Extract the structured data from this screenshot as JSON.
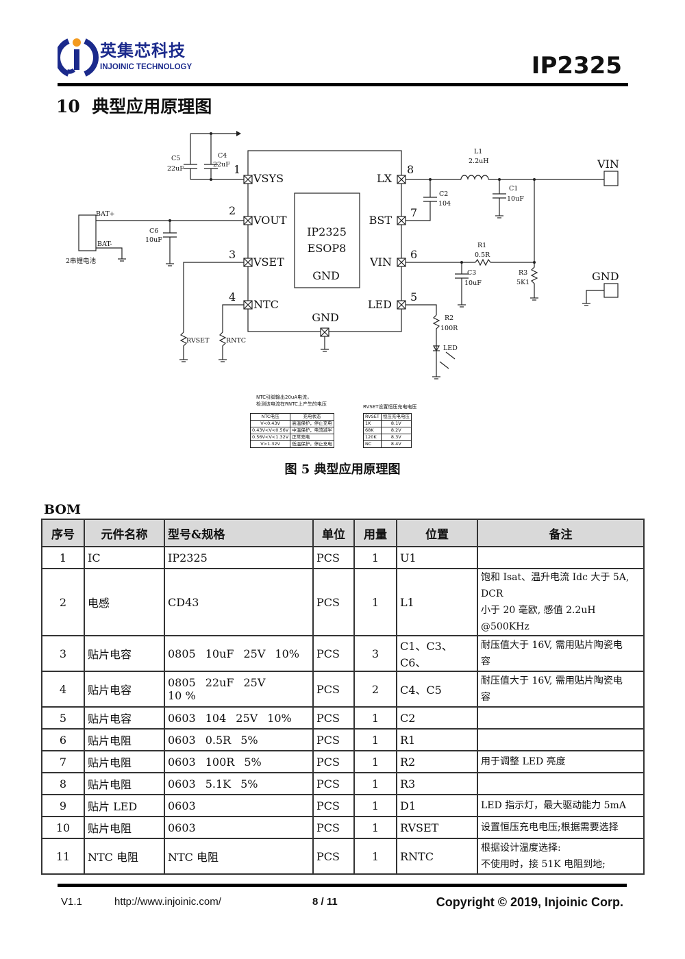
{
  "header": {
    "logo_cn": "英集芯科技",
    "logo_en": "INJOINIC TECHNOLOGY",
    "doc_id": "IP2325"
  },
  "section": {
    "number": "10",
    "title": "典型应用原理图"
  },
  "schematic": {
    "chip": {
      "name": "IP2325",
      "package": "ESOP8",
      "gnd_label": "GND",
      "pad_label": "GND"
    },
    "pins": [
      {
        "num": "1",
        "name": "VSYS"
      },
      {
        "num": "2",
        "name": "VOUT"
      },
      {
        "num": "3",
        "name": "VSET"
      },
      {
        "num": "4",
        "name": "NTC"
      },
      {
        "num": "8",
        "name": "LX"
      },
      {
        "num": "7",
        "name": "BST"
      },
      {
        "num": "6",
        "name": "VIN"
      },
      {
        "num": "5",
        "name": "LED"
      }
    ],
    "components": {
      "c5": {
        "ref": "C5",
        "value": "22uF"
      },
      "c4": {
        "ref": "C4",
        "value": "22uF"
      },
      "c6": {
        "ref": "C6",
        "value": "10uF"
      },
      "l1": {
        "ref": "L1",
        "value": "2.2uH"
      },
      "c2": {
        "ref": "C2",
        "value": "104"
      },
      "c1": {
        "ref": "C1",
        "value": "10uF"
      },
      "r1": {
        "ref": "R1",
        "value": "0.5R"
      },
      "c3": {
        "ref": "C3",
        "value": "10uF"
      },
      "r3": {
        "ref": "R3",
        "value": "5K1"
      },
      "r2": {
        "ref": "R2",
        "value": "100R"
      },
      "led": {
        "ref": "LED"
      },
      "rvset": {
        "ref": "RVSET"
      },
      "rntc": {
        "ref": "RNTC"
      }
    },
    "battery": {
      "plus": "BAT+",
      "minus": "BAT-",
      "label": "2串锂电池"
    },
    "ports": {
      "vin": "VIN",
      "gnd": "GND"
    }
  },
  "ntc_note": {
    "line1": "NTC引脚输出20uA电流，",
    "line2": "检测该电流在RNTC上产生的电压",
    "headers": [
      "NTC电压",
      "充电状态"
    ],
    "rows": [
      [
        "V<0.43V",
        "高温保护，停止充电"
      ],
      [
        "0.43V<V<0.56V",
        "中温保护，电流减半"
      ],
      [
        "0.56V<V<1.32V",
        "正常充电"
      ],
      [
        "V>1.32V",
        "低温保护，停止充电"
      ]
    ]
  },
  "rvset_note": {
    "title": "RVSET设置恒压充电电压",
    "headers": [
      "RVSET",
      "恒压充电电压"
    ],
    "rows": [
      [
        "1K",
        "8.1V"
      ],
      [
        "68K",
        "8.2V"
      ],
      [
        "120K",
        "8.3V"
      ],
      [
        "NC",
        "8.4V"
      ]
    ]
  },
  "figure_caption": "图 5  典型应用原理图",
  "bom": {
    "title": "BOM",
    "headers": [
      "序号",
      "元件名称",
      "型号&规格",
      "单位",
      "用量",
      "位置",
      "备注"
    ],
    "rows": [
      {
        "no": "1",
        "name": "IC",
        "spec": [
          "IP2325"
        ],
        "unit": "PCS",
        "qty": "1",
        "pos": "U1",
        "note": []
      },
      {
        "no": "2",
        "name": "电感",
        "spec": [
          "CD43"
        ],
        "unit": "PCS",
        "qty": "1",
        "pos": "L1",
        "note": [
          "饱和 Isat、温升电流 Idc 大于 5A, DCR",
          "小于 20 毫欧, 感值 2.2uH @500KHz"
        ]
      },
      {
        "no": "3",
        "name": "贴片电容",
        "spec": [
          "0805",
          "10uF",
          "25V",
          "10%"
        ],
        "unit": "PCS",
        "qty": "3",
        "pos": "C1、C3、C6、",
        "note": [
          "耐压值大于 16V, 需用贴片陶瓷电",
          "容"
        ]
      },
      {
        "no": "4",
        "name": "贴片电容",
        "spec": [
          "0805",
          "22uF",
          "25V",
          "10 %"
        ],
        "unit": "PCS",
        "qty": "2",
        "pos": "C4、C5",
        "note": [
          "耐压值大于 16V, 需用贴片陶瓷电",
          "容"
        ]
      },
      {
        "no": "5",
        "name": "贴片电容",
        "spec": [
          "0603",
          "104",
          "25V",
          "10%"
        ],
        "unit": "PCS",
        "qty": "1",
        "pos": "C2",
        "note": []
      },
      {
        "no": "6",
        "name": "贴片电阻",
        "spec": [
          "0603",
          "0.5R",
          "5%"
        ],
        "unit": "PCS",
        "qty": "1",
        "pos": "R1",
        "note": []
      },
      {
        "no": "7",
        "name": "贴片电阻",
        "spec": [
          "0603",
          "100R",
          "5%"
        ],
        "unit": "PCS",
        "qty": "1",
        "pos": "R2",
        "note": [
          "用于调整 LED 亮度"
        ]
      },
      {
        "no": "8",
        "name": "贴片电阻",
        "spec": [
          "0603",
          "5.1K",
          "5%"
        ],
        "unit": "PCS",
        "qty": "1",
        "pos": "R3",
        "note": []
      },
      {
        "no": "9",
        "name": "贴片 LED",
        "spec": [
          "0603"
        ],
        "unit": "PCS",
        "qty": "1",
        "pos": "D1",
        "note": [
          "LED 指示灯，最大驱动能力 5mA"
        ]
      },
      {
        "no": "10",
        "name": "贴片电阻",
        "spec": [
          "0603"
        ],
        "unit": "PCS",
        "qty": "1",
        "pos": "RVSET",
        "note": [
          "设置恒压充电电压;根据需要选择"
        ]
      },
      {
        "no": "11",
        "name": "NTC 电阻",
        "spec": [
          "NTC 电阻"
        ],
        "unit": "PCS",
        "qty": "1",
        "pos": "RNTC",
        "note": [
          "根据设计温度选择:",
          "不使用时，接 51K 电阻到地;"
        ]
      }
    ]
  },
  "footer": {
    "version": "V1.1",
    "url": "http://www.injoinic.com/",
    "page": "8 / 11",
    "copyright": "Copyright © 2019, Injoinic Corp."
  },
  "colors": {
    "brand_blue": "#1b2a8c",
    "logo_orange": "#f39a1e",
    "header_gray": "#d9d9d9"
  }
}
